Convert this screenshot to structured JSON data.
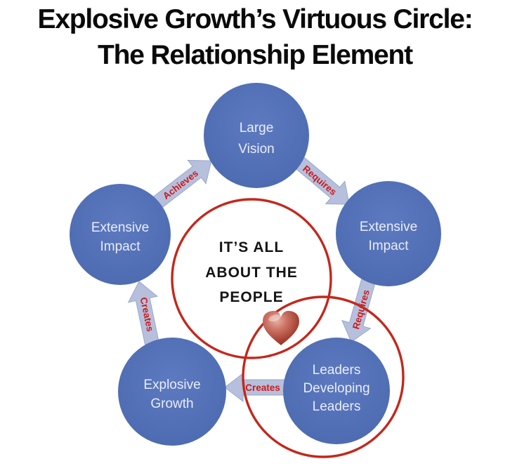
{
  "title": {
    "line1": "Explosive Growth’s Virtuous Circle:",
    "line2": "The Relationship Element"
  },
  "diagram": {
    "nodes": [
      {
        "id": "large-vision",
        "line1": "Large",
        "line2": "Vision"
      },
      {
        "id": "extensive-impact-left",
        "line1": "Extensive",
        "line2": "Impact"
      },
      {
        "id": "extensive-impact-right",
        "line1": "Extensive",
        "line2": "Impact"
      },
      {
        "id": "explosive-growth",
        "line1": "Explosive",
        "line2": "Growth"
      },
      {
        "id": "leaders-developing-leaders",
        "line1": "Leaders",
        "line2": "Developing",
        "line3": "Leaders"
      }
    ],
    "arrows": [
      {
        "id": "achieves-arrow",
        "label": "Achieves",
        "from": "extensive-impact-left",
        "to": "large-vision"
      },
      {
        "id": "requires-arrow-top",
        "label": "Requires",
        "from": "large-vision",
        "to": "extensive-impact-right"
      },
      {
        "id": "requires-arrow-right",
        "label": "Requires",
        "from": "extensive-impact-right",
        "to": "leaders-developing-leaders"
      },
      {
        "id": "creates-arrow-left",
        "label": "Creates",
        "from": "explosive-growth",
        "to": "extensive-impact-left"
      },
      {
        "id": "creates-arrow-bottom",
        "label": "Creates",
        "from": "leaders-developing-leaders",
        "to": "explosive-growth"
      }
    ],
    "center_message": {
      "line1": "IT’S ALL",
      "line2": "ABOUT THE",
      "line3": "PEOPLE"
    },
    "icons": {
      "heart": "heart-icon"
    }
  },
  "colors": {
    "node_blue": "#4e6cb4",
    "node_text": "#e9edf7",
    "arrow_fill": "#b6c0dd",
    "arrow_label_red": "#cc1a1a",
    "emphasis_circle_red": "#c3281c",
    "title_black": "#0a0a0a",
    "heart_red": "#a84335"
  }
}
